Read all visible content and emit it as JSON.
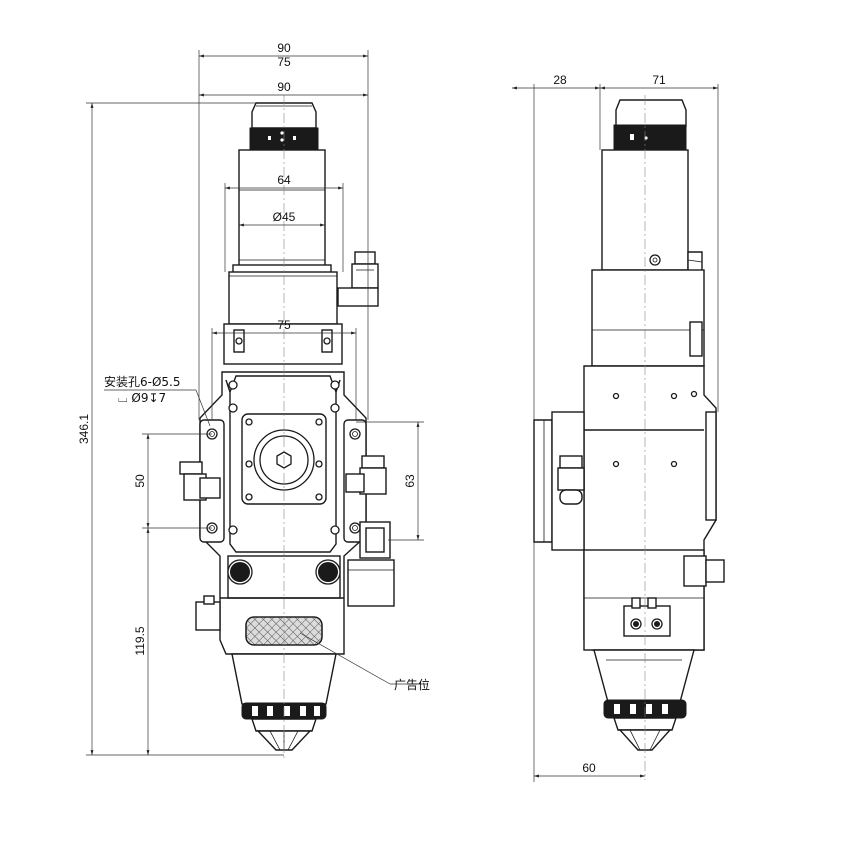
{
  "front_view": {
    "dims": {
      "top_width": "90",
      "top_width_inner": "75",
      "width_90": "90",
      "width_64": "64",
      "dia_45": "Ø45",
      "width_75": "75",
      "height_total": "346.1",
      "spacing_50": "50",
      "spacing_63": "63",
      "lower_119": "119.5"
    },
    "notes": {
      "mount_hole": "安装孔6-Ø5.5",
      "counterbore": "⌴ Ø9↧7",
      "ad_position": "广告位"
    }
  },
  "side_view": {
    "dims": {
      "offset_28": "28",
      "width_71": "71",
      "bottom_60": "60"
    }
  }
}
